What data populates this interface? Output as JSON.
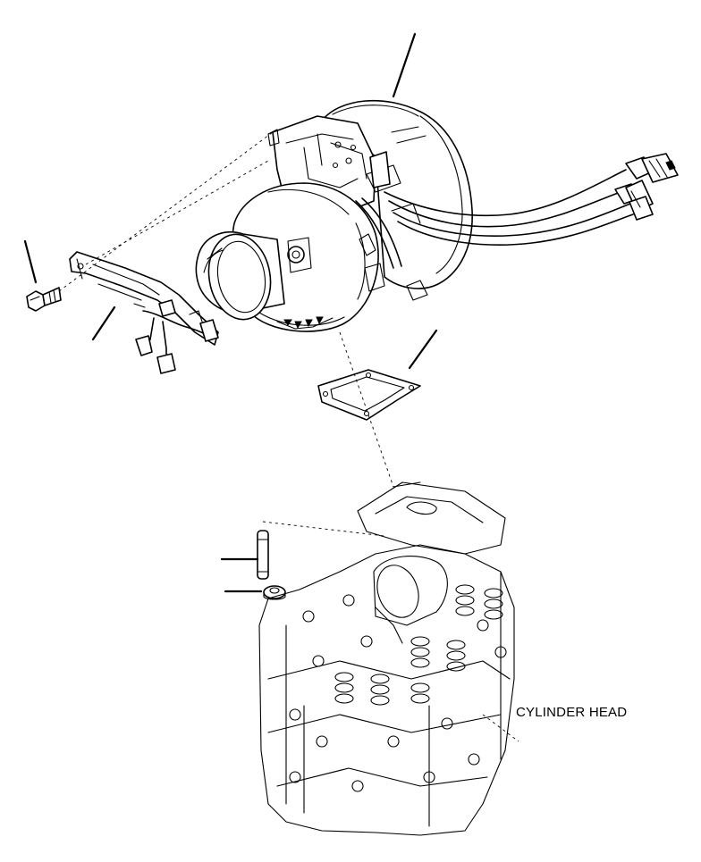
{
  "diagram": {
    "callout_label": "CYLINDER HEAD",
    "parts": [
      {
        "name": "turbocharger"
      },
      {
        "name": "wiring-harness-bracket"
      },
      {
        "name": "bolt"
      },
      {
        "name": "gasket"
      },
      {
        "name": "stud"
      },
      {
        "name": "nut"
      },
      {
        "name": "cylinder-head"
      }
    ]
  }
}
